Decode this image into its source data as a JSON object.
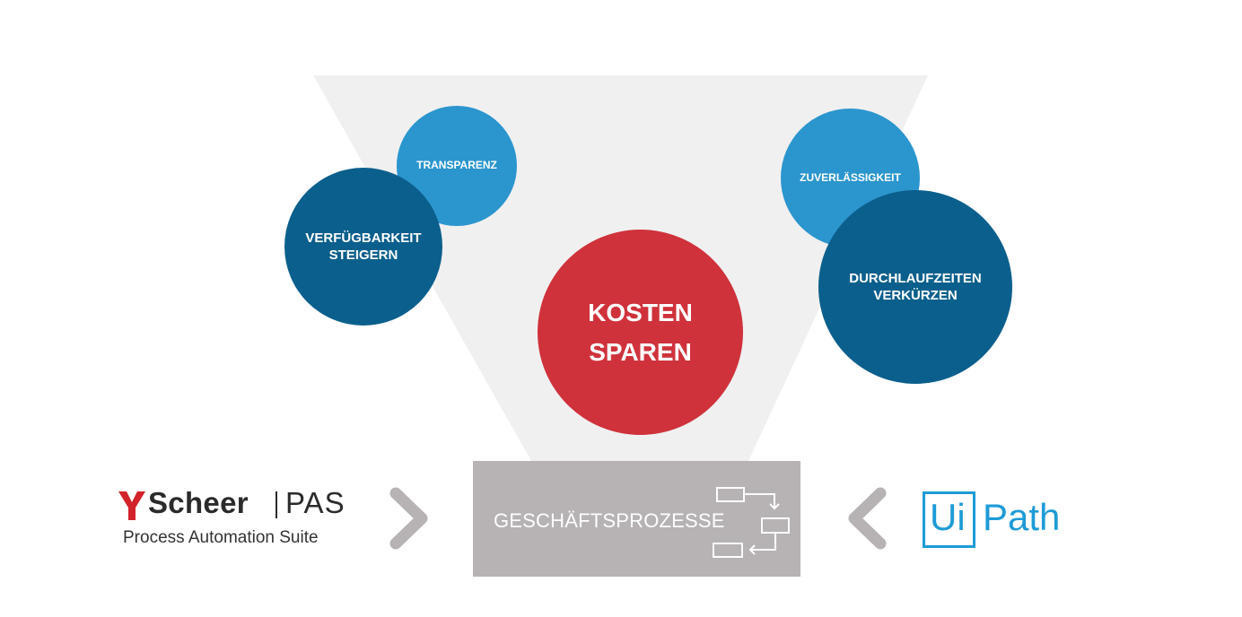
{
  "circles": {
    "transparenz": "TRANSPARENZ",
    "verfuegbarkeit": "VERFÜGBARKEIT\nSTEIGERN",
    "zuverlaessigkeit": "ZUVERLÄSSIGKEIT",
    "durchlaufzeiten": "DURCHLAUFZEITEN\nVERKÜRZEN",
    "kosten": "KOSTEN\nSPAREN"
  },
  "process": {
    "label": "GESCHÄFTSPROZESSE",
    "icon": "process-flow-icon"
  },
  "logos": {
    "scheer_name": "Scheer",
    "scheer_product": "PAS",
    "scheer_subtitle": "Process Automation Suite",
    "uipath_ui": "Ui",
    "uipath_path": "Path"
  },
  "colors": {
    "funnel": "#f0f0f0",
    "light_blue": "#2b95ce",
    "dark_blue": "#0b5f8c",
    "red": "#cf323b",
    "process_box": "#b7b3b4",
    "arrow": "#b7b3b4",
    "scheer_red": "#d2232a",
    "uipath_blue": "#1e9bd7"
  }
}
